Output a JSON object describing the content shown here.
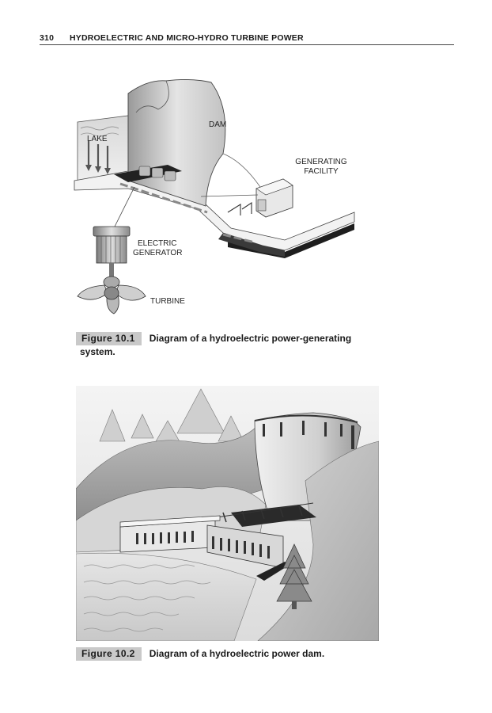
{
  "header": {
    "page_number": "310",
    "running_title": "HYDROELECTRIC AND MICRO-HYDRO TURBINE POWER"
  },
  "figure1": {
    "labels": {
      "dam": "DAM",
      "lake": "LAKE",
      "generating_line1": "GENERATING",
      "generating_line2": "FACILITY",
      "electric": "ELECTRIC",
      "generator": "GENERATOR",
      "turbine": "TURBINE"
    },
    "caption_tag": "Figure 10.1",
    "caption_text": "Diagram of a hydroelectric power-generating",
    "caption_text_cont": "system."
  },
  "figure2": {
    "caption_tag": "Figure 10.2",
    "caption_text": "Diagram of a hydroelectric power dam."
  }
}
